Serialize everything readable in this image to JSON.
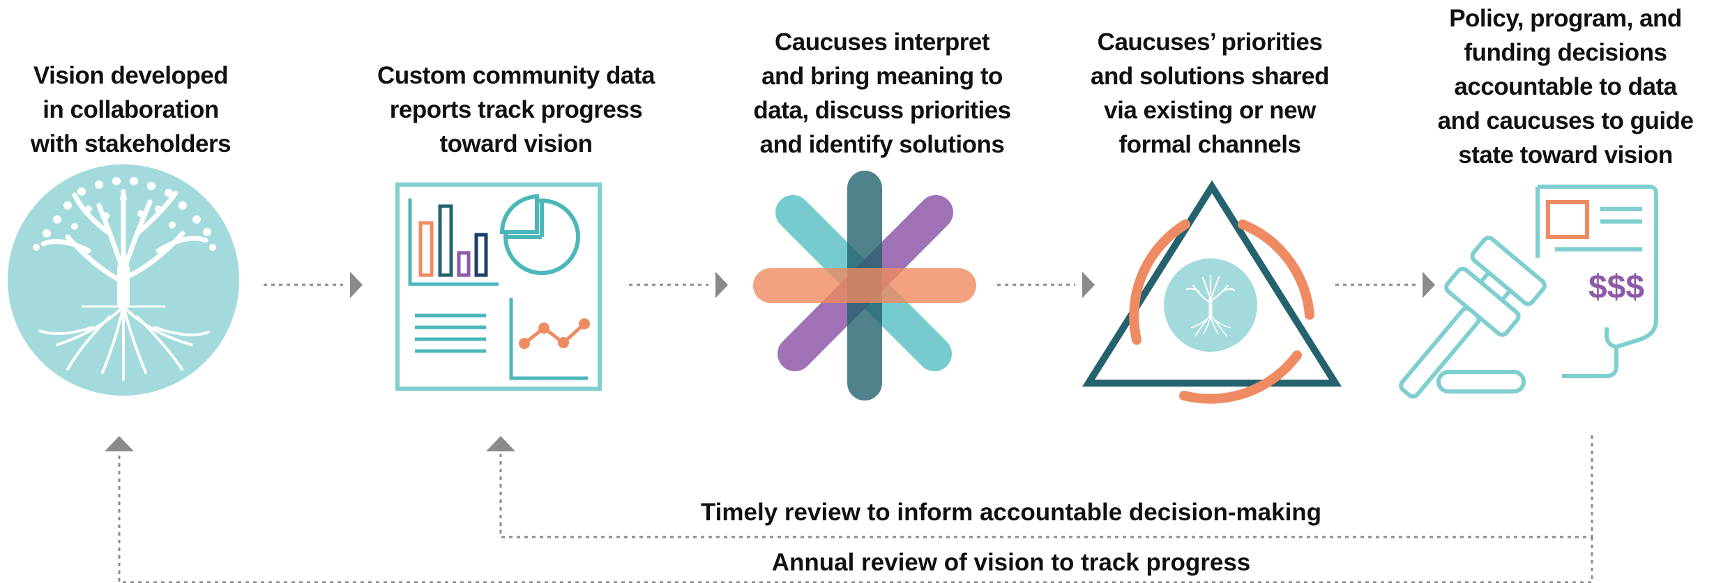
{
  "steps": [
    {
      "lines": [
        "Vision developed",
        "in collaboration",
        "with stakeholders"
      ]
    },
    {
      "lines": [
        "Custom community data",
        "reports track progress",
        "toward vision"
      ]
    },
    {
      "lines": [
        "Caucuses interpret",
        "and bring meaning to",
        "data, discuss priorities",
        "and identify solutions"
      ]
    },
    {
      "lines": [
        "Caucuses’ priorities",
        "and solutions shared",
        "via existing or new",
        "formal channels"
      ]
    },
    {
      "lines": [
        "Policy, program, and",
        "funding decisions",
        "accountable to data",
        "and caucuses to guide",
        "state toward vision"
      ]
    }
  ],
  "loops": {
    "timely_review": "Timely review to inform accountable decision-making",
    "annual_review": "Annual review of vision to track progress"
  },
  "icons": {
    "step1": "tree-circle-icon",
    "step2": "data-report-icon",
    "step3": "intersecting-bars-icon",
    "step4": "triangle-cycle-icon",
    "step5": "gavel-document-icon",
    "currency_symbol": "$$$"
  },
  "colors": {
    "teal_light": "#7fcfd0",
    "teal_circle": "#a3dadb",
    "teal_dark": "#24636e",
    "teal_mid": "#4f8a93",
    "orange": "#ef8b62",
    "purple": "#8e5aa8",
    "navy": "#1f3f6a",
    "arrow_gray": "#8a8a8a"
  }
}
